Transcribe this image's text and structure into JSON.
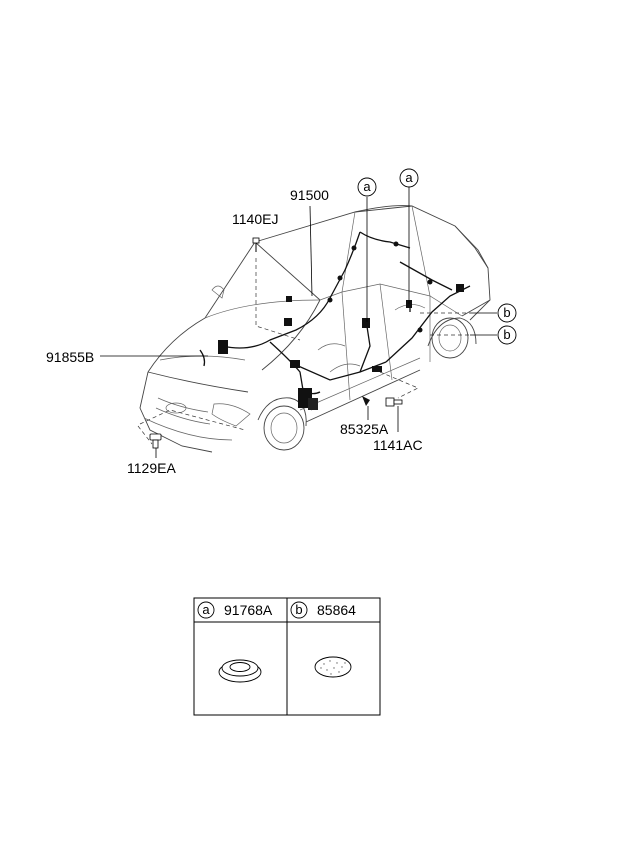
{
  "parts": {
    "p91500": "91500",
    "p1140EJ": "1140EJ",
    "p91855B": "91855B",
    "p1129EA": "1129EA",
    "p85325A": "85325A",
    "p1141AC": "1141AC"
  },
  "callouts": {
    "a": "a",
    "b": "b"
  },
  "legend": {
    "a": {
      "marker": "a",
      "part": "91768A"
    },
    "b": {
      "marker": "b",
      "part": "85864"
    }
  }
}
